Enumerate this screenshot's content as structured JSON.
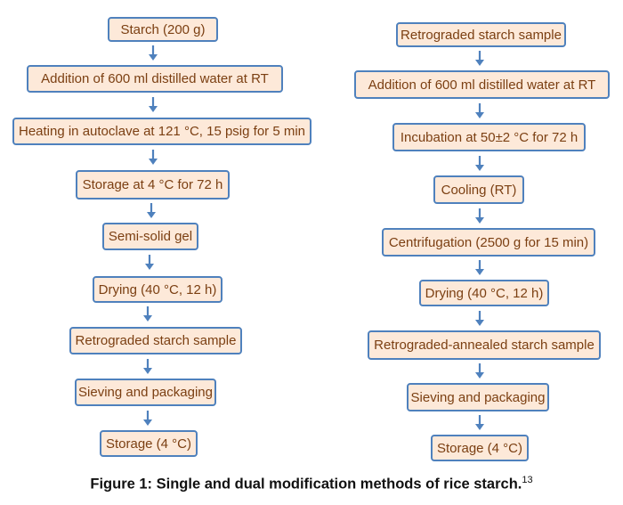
{
  "left_flow": [
    "Starch (200 g)",
    "Addition of 600 ml distilled water at RT",
    "Heating in autoclave at 121 °C, 15 psig for 5 min",
    "Storage at 4 °C for 72 h",
    "Semi-solid gel",
    "Drying (40 °C, 12 h)",
    "Retrograded starch sample",
    "Sieving and packaging",
    "Storage (4 °C)"
  ],
  "right_flow": [
    "Retrograded starch sample",
    "Addition of 600 ml distilled water at RT",
    "Incubation  at 50±2 °C for 72 h",
    "Cooling (RT)",
    "Centrifugation (2500 g for 15 min)",
    "Drying (40 °C, 12 h)",
    "Retrograded-annealed starch sample",
    "Sieving and packaging",
    "Storage (4 °C)"
  ],
  "caption": {
    "text": "Figure 1: Single and dual modification methods of rice starch.",
    "ref": "13"
  },
  "colors": {
    "box_fill": "#fde9d9",
    "box_border": "#4f81bd",
    "box_text": "#7b3f12",
    "arrow": "#4f81bd"
  }
}
